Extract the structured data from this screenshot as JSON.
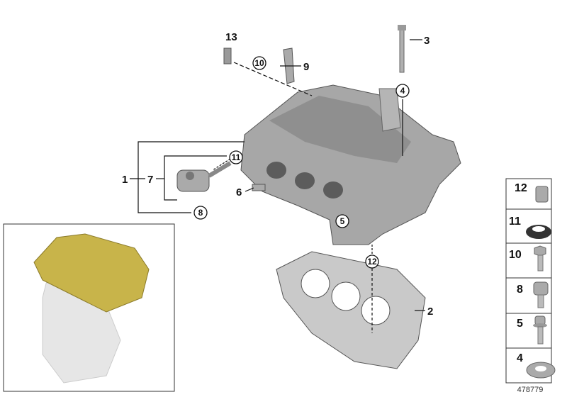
{
  "diagram_id": "478779",
  "callouts": {
    "c1": "1",
    "c2": "2",
    "c3": "3",
    "c4": "4",
    "c5": "5",
    "c6": "6",
    "c7": "7",
    "c8": "8",
    "c9": "9",
    "c10": "10",
    "c11": "11",
    "c12": "12",
    "c13": "13"
  },
  "parts_panel": [
    {
      "number": "12",
      "icon": "sleeve-icon"
    },
    {
      "number": "11",
      "icon": "seal-ring-icon"
    },
    {
      "number": "10",
      "icon": "hex-bolt-icon"
    },
    {
      "number": "8",
      "icon": "torx-screw-icon"
    },
    {
      "number": "5",
      "icon": "torx-bolt-icon"
    },
    {
      "number": "4",
      "icon": "washer-icon"
    }
  ],
  "colors": {
    "highlight": "#c8b44a",
    "part": "#9a9a9a",
    "line": "#111111"
  }
}
